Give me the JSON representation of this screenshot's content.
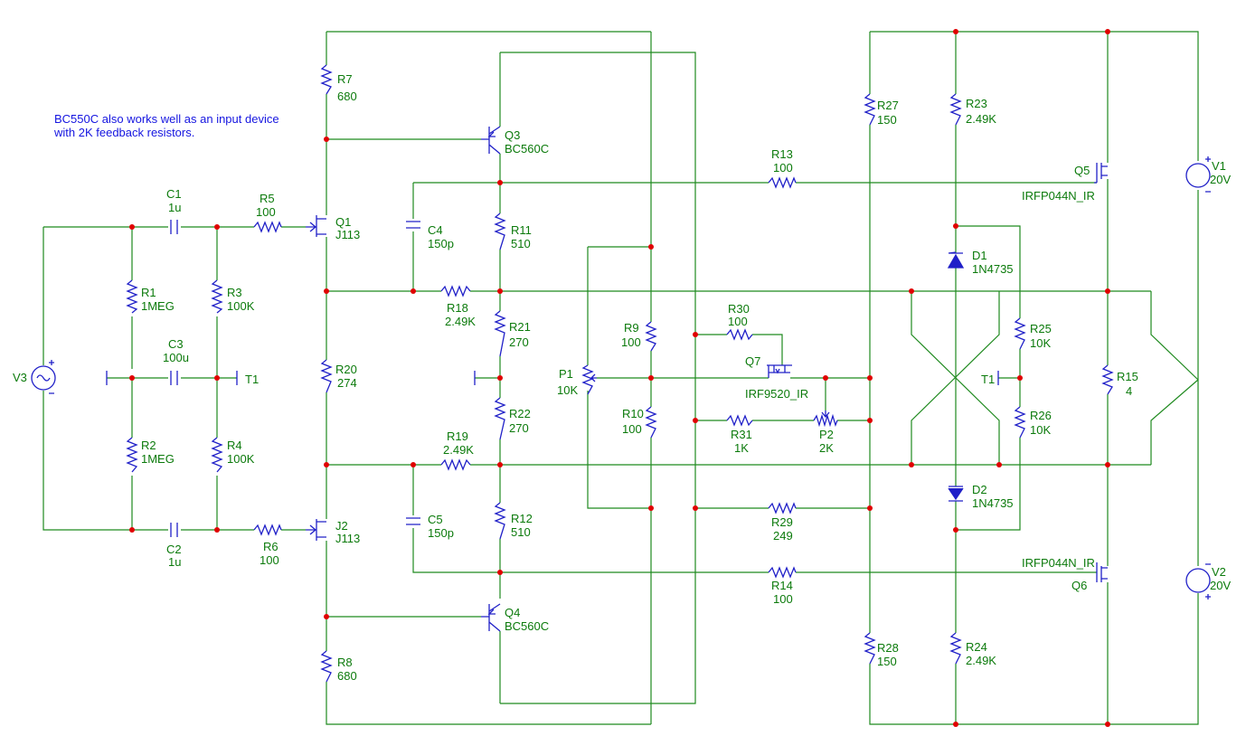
{
  "note": {
    "line1": "BC550C also works well as an input device",
    "line2": "with 2K feedback resistors."
  },
  "components": {
    "R1": {
      "ref": "R1",
      "value": "1MEG"
    },
    "R2": {
      "ref": "R2",
      "value": "1MEG"
    },
    "R3": {
      "ref": "R3",
      "value": "100K"
    },
    "R4": {
      "ref": "R4",
      "value": "100K"
    },
    "R5": {
      "ref": "R5",
      "value": "100"
    },
    "R6": {
      "ref": "R6",
      "value": "100"
    },
    "R7": {
      "ref": "R7",
      "value": "680"
    },
    "R8": {
      "ref": "R8",
      "value": "680"
    },
    "R9": {
      "ref": "R9",
      "value": "100"
    },
    "R10": {
      "ref": "R10",
      "value": "100"
    },
    "R11": {
      "ref": "R11",
      "value": "510"
    },
    "R12": {
      "ref": "R12",
      "value": "510"
    },
    "R13": {
      "ref": "R13",
      "value": "100"
    },
    "R14": {
      "ref": "R14",
      "value": "100"
    },
    "R15": {
      "ref": "R15",
      "value": "4"
    },
    "R18": {
      "ref": "R18",
      "value": "2.49K"
    },
    "R19": {
      "ref": "R19",
      "value": "2.49K"
    },
    "R20": {
      "ref": "R20",
      "value": "274"
    },
    "R21": {
      "ref": "R21",
      "value": "270"
    },
    "R22": {
      "ref": "R22",
      "value": "270"
    },
    "R23": {
      "ref": "R23",
      "value": "2.49K"
    },
    "R24": {
      "ref": "R24",
      "value": "2.49K"
    },
    "R25": {
      "ref": "R25",
      "value": "10K"
    },
    "R26": {
      "ref": "R26",
      "value": "10K"
    },
    "R27": {
      "ref": "R27",
      "value": "150"
    },
    "R28": {
      "ref": "R28",
      "value": "150"
    },
    "R29": {
      "ref": "R29",
      "value": "249"
    },
    "R30": {
      "ref": "R30",
      "value": "100"
    },
    "R31": {
      "ref": "R31",
      "value": "1K"
    },
    "C1": {
      "ref": "C1",
      "value": "1u"
    },
    "C2": {
      "ref": "C2",
      "value": "1u"
    },
    "C3": {
      "ref": "C3",
      "value": "100u"
    },
    "C4": {
      "ref": "C4",
      "value": "150p"
    },
    "C5": {
      "ref": "C5",
      "value": "150p"
    },
    "P1": {
      "ref": "P1",
      "value": "10K"
    },
    "P2": {
      "ref": "P2",
      "value": "2K"
    },
    "Q1": {
      "ref": "Q1",
      "value": "J113"
    },
    "J2": {
      "ref": "J2",
      "value": "J113"
    },
    "Q3": {
      "ref": "Q3",
      "value": "BC560C"
    },
    "Q4": {
      "ref": "Q4",
      "value": "BC560C"
    },
    "Q5": {
      "ref": "Q5",
      "value": "IRFP044N_IR"
    },
    "Q6": {
      "ref": "Q6",
      "value": "IRFP044N_IR"
    },
    "Q7": {
      "ref": "Q7",
      "value": "IRF9520_IR"
    },
    "D1": {
      "ref": "D1",
      "value": "1N4735"
    },
    "D2": {
      "ref": "D2",
      "value": "1N4735"
    },
    "V1": {
      "ref": "V1",
      "value": "20V"
    },
    "V2": {
      "ref": "V2",
      "value": "20V"
    },
    "V3": {
      "ref": "V3"
    },
    "T1a": {
      "ref": "T1"
    },
    "T1b": {
      "ref": "T1"
    }
  },
  "colors": {
    "wire": "#1f8a1f",
    "component": "#2020c8",
    "junction": "#e00000",
    "label": "#0b7a0b",
    "note": "#1515e0"
  }
}
